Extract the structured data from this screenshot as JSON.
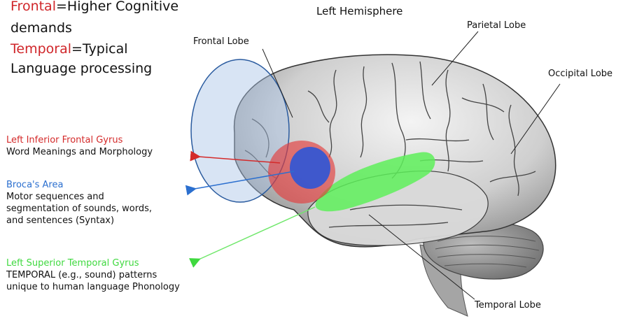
{
  "legend": {
    "frontal_term": "Frontal",
    "frontal_rest": "=Higher Cognitive",
    "frontal_line2": "demands",
    "temporal_term": "Temporal",
    "temporal_rest": "=Typical",
    "temporal_line2": "Language processing"
  },
  "heading": "Left Hemisphere",
  "lobes": {
    "frontal": "Frontal Lobe",
    "parietal": "Parietal Lobe",
    "occipital": "Occipital Lobe",
    "temporal": "Temporal Lobe"
  },
  "regions": {
    "lifg": {
      "title": "Left Inferior Frontal Gyrus",
      "desc": [
        "Word Meanings and Morphology"
      ]
    },
    "broca": {
      "title": "Broca's Area",
      "desc": [
        "Motor sequences and",
        "segmentation of sounds, words,",
        "and sentences (Syntax)"
      ]
    },
    "lstg": {
      "title": "Left Superior Temporal Gyrus",
      "desc": [
        "TEMPORAL (e.g., sound) patterns",
        "unique to human language Phonology"
      ]
    }
  },
  "colors": {
    "red": "#d42a2a",
    "blue": "#2b6fcf",
    "green": "#3fd93f",
    "frontal_ellipse": "#a9c4e6"
  }
}
